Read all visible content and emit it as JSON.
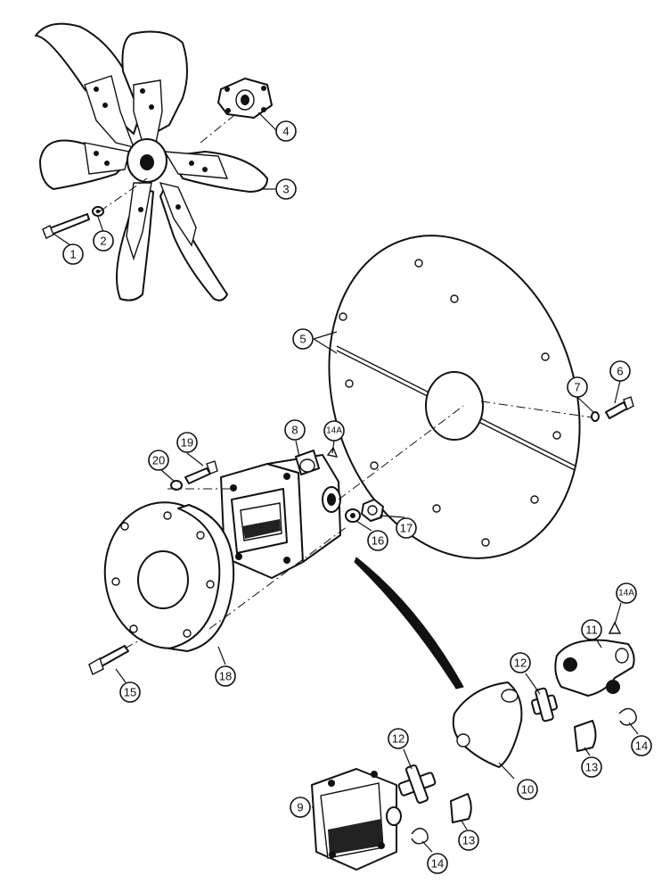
{
  "callouts": [
    {
      "id": "c1",
      "label": "1"
    },
    {
      "id": "c2",
      "label": "2"
    },
    {
      "id": "c3",
      "label": "3"
    },
    {
      "id": "c4",
      "label": "4"
    },
    {
      "id": "c5",
      "label": "5"
    },
    {
      "id": "c6",
      "label": "6"
    },
    {
      "id": "c7",
      "label": "7"
    },
    {
      "id": "c8",
      "label": "8"
    },
    {
      "id": "c14a_top",
      "label": "14A"
    },
    {
      "id": "c19",
      "label": "19"
    },
    {
      "id": "c20",
      "label": "20"
    },
    {
      "id": "c16",
      "label": "16"
    },
    {
      "id": "c17",
      "label": "17"
    },
    {
      "id": "c18",
      "label": "18"
    },
    {
      "id": "c15",
      "label": "15"
    },
    {
      "id": "c14a_right",
      "label": "14A"
    },
    {
      "id": "c11",
      "label": "11"
    },
    {
      "id": "c12_right",
      "label": "12"
    },
    {
      "id": "c12_left",
      "label": "12"
    },
    {
      "id": "c10",
      "label": "10"
    },
    {
      "id": "c13_right",
      "label": "13"
    },
    {
      "id": "c13_left",
      "label": "13"
    },
    {
      "id": "c14_right",
      "label": "14"
    },
    {
      "id": "c14_left",
      "label": "14"
    },
    {
      "id": "c9",
      "label": "9"
    }
  ]
}
